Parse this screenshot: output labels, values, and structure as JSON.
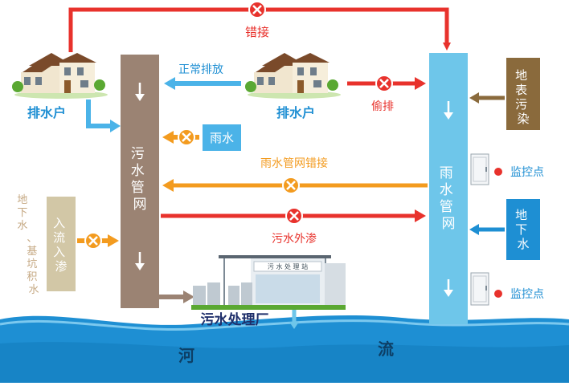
{
  "nodes": {
    "household_left": "排水户",
    "household_center": "排水户",
    "sewer_pipe": "污水管网",
    "storm_pipe": "雨水管网",
    "treatment_plant": "污水处理厂",
    "plant_sign": "污 水 处 理 站",
    "surface_pollution": "地表污染",
    "groundwater_right": "地下水",
    "inflow_infiltration": "入流入渗",
    "groundwater_left": "地下水、基坑积水",
    "river_left": "河",
    "river_right": "流"
  },
  "flows": {
    "misconnection_top": "错接",
    "normal_discharge": "正常排放",
    "illegal_discharge": "偷排",
    "rainwater": "雨水",
    "pipe_misconnection": "雨水管网错接",
    "sewage_exfiltration": "污水外渗"
  },
  "monitors": {
    "upper": "监控点",
    "lower": "监控点"
  },
  "colors": {
    "red": "#e8322c",
    "orange": "#f39b1f",
    "blue": "#2a9fde",
    "light_blue": "#6ec6ea",
    "brown": "#9b8373",
    "dark_brown": "#8a6a3c",
    "tan": "#d2c7a6",
    "river": "#1e8fd3"
  }
}
